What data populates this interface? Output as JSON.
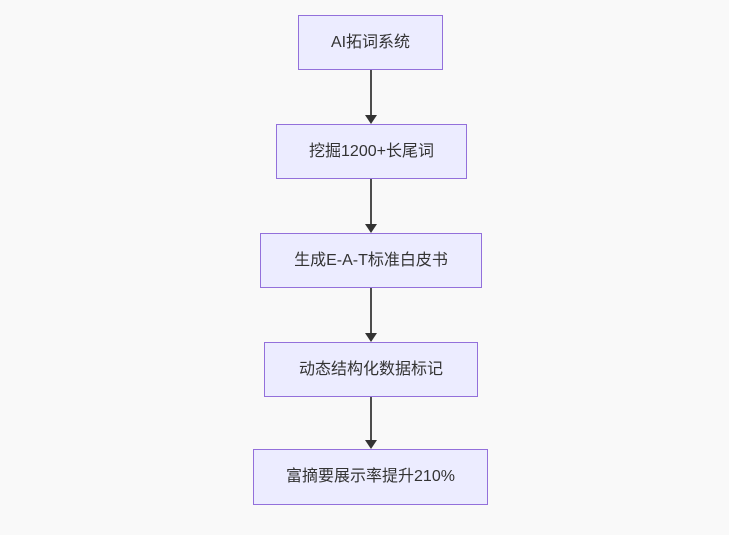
{
  "flowchart": {
    "direction": "top-down",
    "nodes": [
      {
        "id": "A",
        "label": "AI拓词系统"
      },
      {
        "id": "B",
        "label": "挖掘1200+长尾词"
      },
      {
        "id": "C",
        "label": "生成E-A-T标准白皮书"
      },
      {
        "id": "D",
        "label": "动态结构化数据标记"
      },
      {
        "id": "E",
        "label": "富摘要展示率提升210%"
      }
    ],
    "edges": [
      {
        "from": "A",
        "to": "B",
        "style": "arrow-down"
      },
      {
        "from": "B",
        "to": "C",
        "style": "arrow-down"
      },
      {
        "from": "C",
        "to": "D",
        "style": "arrow-down"
      },
      {
        "from": "D",
        "to": "E",
        "style": "arrow-down"
      }
    ]
  },
  "colors": {
    "background": "#f9f9f9",
    "node_fill": "#ECECFF",
    "node_border": "#9370DB",
    "arrow": "#333333",
    "arrow_line": "#4d4d4d",
    "text": "#333333"
  }
}
